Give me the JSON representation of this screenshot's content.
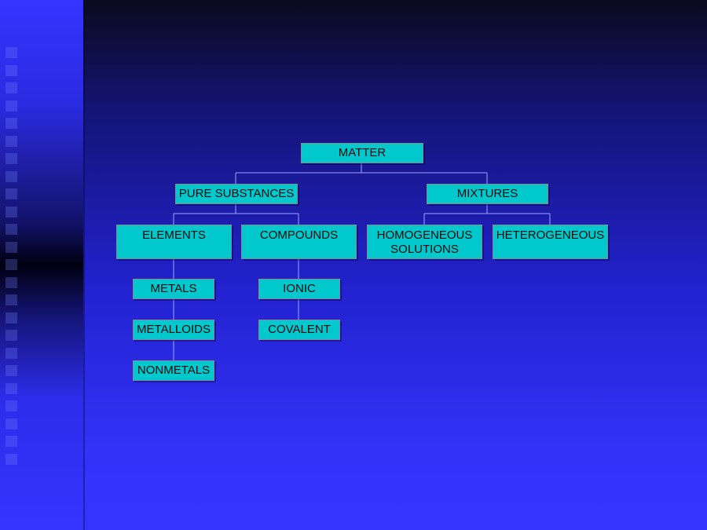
{
  "diagram": {
    "root": {
      "label": "MATTER"
    },
    "level1": [
      {
        "key": "pure",
        "label": "PURE SUBSTANCES"
      },
      {
        "key": "mixtures",
        "label": "MIXTURES"
      }
    ],
    "level2": [
      {
        "key": "elements",
        "label": "ELEMENTS"
      },
      {
        "key": "compounds",
        "label": "COMPOUNDS"
      },
      {
        "key": "homogeneous",
        "label": "HOMOGENEOUS\nSOLUTIONS"
      },
      {
        "key": "heterogeneous",
        "label": "HETEROGENEOUS"
      }
    ],
    "elements_children": [
      {
        "label": "METALS"
      },
      {
        "label": "METALLOIDS"
      },
      {
        "label": "NONMETALS"
      }
    ],
    "compounds_children": [
      {
        "label": "IONIC"
      },
      {
        "label": "COVALENT"
      }
    ]
  },
  "colors": {
    "node_fill": "#00c8cc",
    "connector": "#9aa6ff",
    "background_top": "#0a0a1e",
    "background_bottom": "#3434ff"
  }
}
